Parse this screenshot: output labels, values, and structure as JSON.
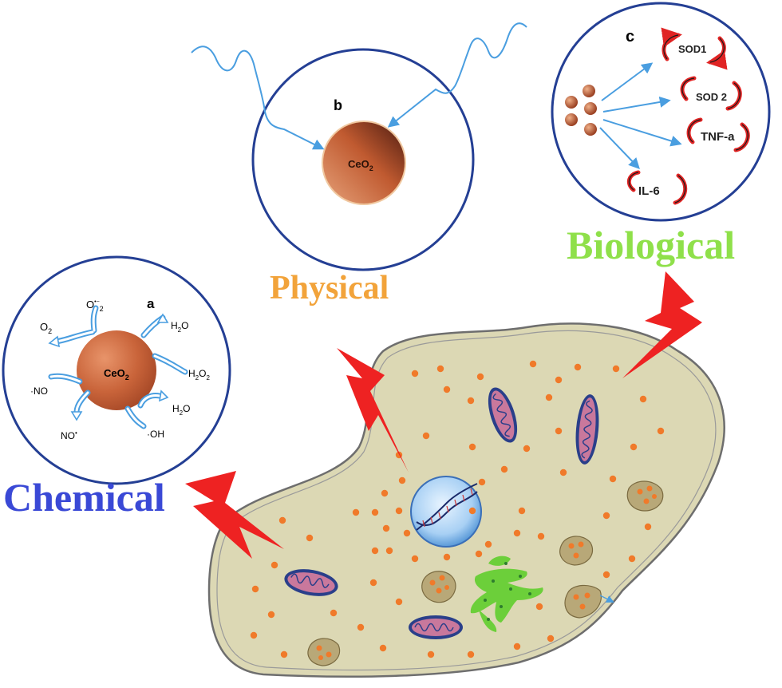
{
  "labels": {
    "chemical": "Chemical",
    "physical": "Physical",
    "biological": "Biological"
  },
  "panel_a": {
    "letter": "a",
    "particle": "CeO",
    "particle_sub": "2",
    "reactions": {
      "o2": "O",
      "o2_sub": "2",
      "superoxide": "O",
      "superoxide_sup": "•−",
      "superoxide_sub": "2",
      "h2o_top": "H",
      "h2o_top_sub": "2",
      "h2o_top_end": "O",
      "h2o2": "H",
      "h2o2_sub": "2",
      "h2o2_mid": "O",
      "h2o2_sub2": "2",
      "no_radical": "·NO",
      "no_product": "NO",
      "no_product_sup": "•",
      "h2o_bottom": "H",
      "h2o_bottom_sub": "2",
      "h2o_bottom_end": "O",
      "oh": "·OH"
    }
  },
  "panel_b": {
    "letter": "b",
    "particle": "CeO",
    "particle_sub": "2"
  },
  "panel_c": {
    "letter": "c",
    "targets": [
      "SOD1",
      "SOD 2",
      "TNF-a",
      "IL-6"
    ]
  },
  "colors": {
    "chemical": "#3a49d6",
    "physical": "#f2a33a",
    "biological": "#8fe04a",
    "circle": "#243f94",
    "arrow": "#4a9ee0",
    "bolt": "#ee2222",
    "cell": "#dcd8b4",
    "dot": "#f07a2a"
  }
}
